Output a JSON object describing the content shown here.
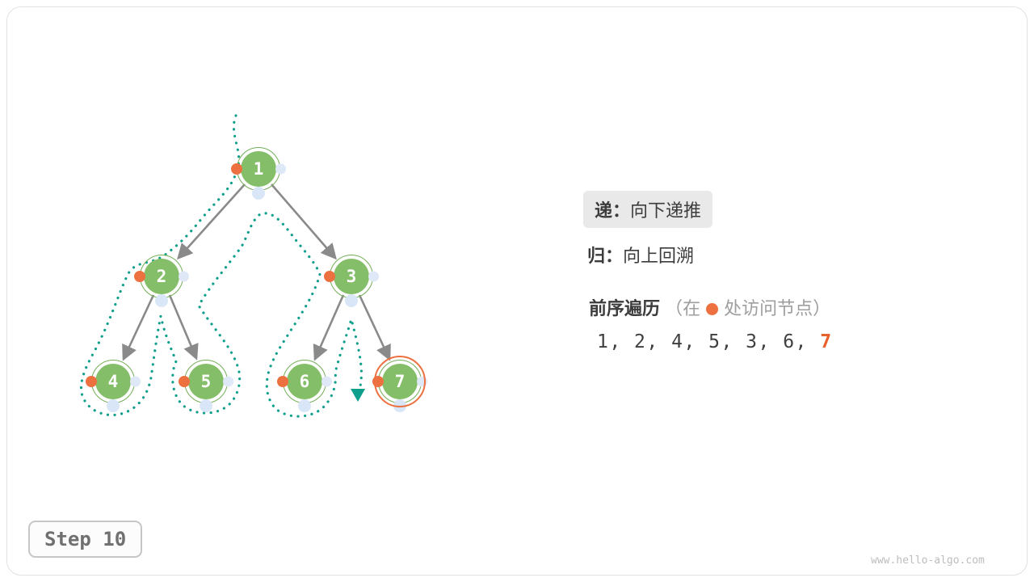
{
  "figure": {
    "step_label": "Step 10",
    "watermark": "www.hello-algo.com"
  },
  "legend": {
    "recurse_term": "递：",
    "recurse_desc": "向下递推",
    "backtrack_term": "归：",
    "backtrack_desc": "向上回溯",
    "traversal_title": "前序遍历",
    "traversal_note_open": "（在",
    "traversal_note_close": "处访问节点）",
    "sequence_prefix": "1, 2, 4, 5, 3, 6, ",
    "sequence_current": "7"
  },
  "tree": {
    "nodes": [
      {
        "label": "1"
      },
      {
        "label": "2"
      },
      {
        "label": "3"
      },
      {
        "label": "4"
      },
      {
        "label": "5"
      },
      {
        "label": "6"
      },
      {
        "label": "7"
      }
    ],
    "edges": [
      "1-2",
      "1-3",
      "2-4",
      "2-5",
      "3-6",
      "3-7"
    ],
    "current_node": "7",
    "traversal_type": "preorder"
  },
  "colors": {
    "node_fill": "#85BE69",
    "node_ring": "#74AE58",
    "visit_dot_orange": "#ED7140",
    "other_dot_blue": "#D8E6F7",
    "path_teal": "#0E9F8C",
    "arrow_gray": "#8A8A8A",
    "highlight_ring_orange": "#ED7140",
    "current_number_orange": "#E8612C"
  }
}
